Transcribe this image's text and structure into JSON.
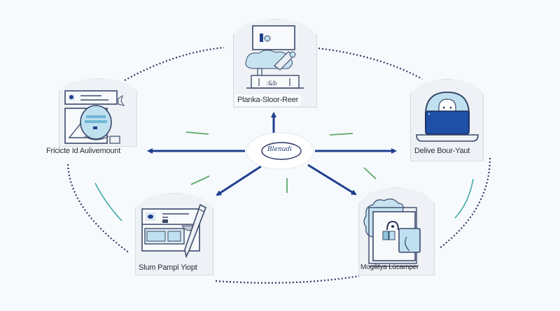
{
  "diagram": {
    "center": {
      "label": "Blenudi",
      "icon": "handwritten-oval-icon"
    },
    "nodes": [
      {
        "id": "top",
        "label": "Planka-Sloor-Reer",
        "icon": "monitor-cloud-workstation-icon"
      },
      {
        "id": "left",
        "label": "Fricicte Id Aulivemount",
        "icon": "id-face-scan-icon"
      },
      {
        "id": "right",
        "label": "Delive Bour-Yaut",
        "icon": "dome-character-laptop-icon"
      },
      {
        "id": "bottom-left",
        "label": "Slum Pampl Yiopt",
        "icon": "form-pencil-icon"
      },
      {
        "id": "bottom-right",
        "label": "Mogilitya Lúcamper",
        "icon": "lock-document-cloud-icon"
      }
    ],
    "edges": [
      {
        "from": "center",
        "to": "top",
        "style": "arrow"
      },
      {
        "from": "center",
        "to": "left",
        "style": "arrow"
      },
      {
        "from": "center",
        "to": "right",
        "style": "arrow"
      },
      {
        "from": "center",
        "to": "bottom-left",
        "style": "arrow"
      },
      {
        "from": "center",
        "to": "bottom-right",
        "style": "arrow"
      }
    ],
    "ring": {
      "style": "dotted"
    },
    "colors": {
      "arrow": "#1f3f8f",
      "ring": "#2a3a66",
      "accent_green": "#5aa86a",
      "accent_teal": "#3aa6a6",
      "icon_stroke": "#3b4a6b",
      "icon_fill_light": "#bfe0ef",
      "icon_fill_dark": "#1f4fa6"
    }
  }
}
